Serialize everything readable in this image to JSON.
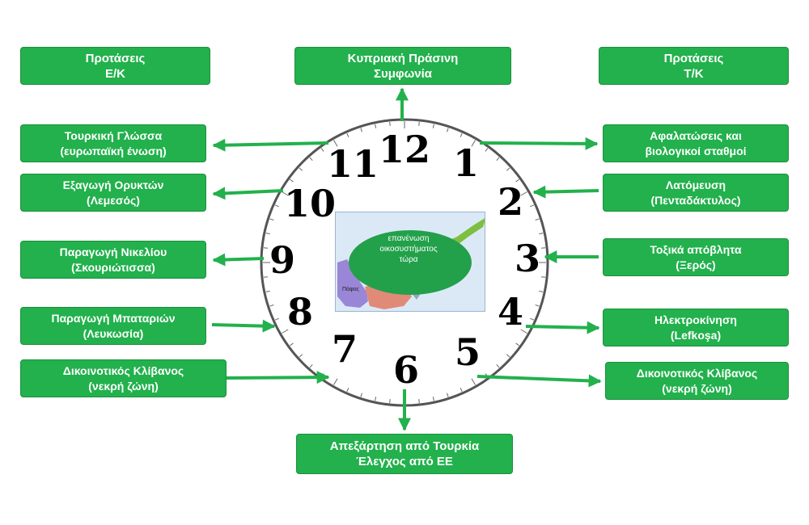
{
  "colors": {
    "box_fill": "#22b14c",
    "box_border": "#1c8f3d",
    "arrow": "#22b14c",
    "clock_face": "#ffffff",
    "clock_rim": "#555555",
    "map_bg": "#dbe9f7",
    "cyprus_north": "#7fbf3f",
    "cyprus_south": "#9a86d6",
    "cyprus_mid": "#e08a78",
    "ellipse": "#22a04a"
  },
  "headers": {
    "left": {
      "line1": "Προτάσεις",
      "line2": "Ε/Κ"
    },
    "center": {
      "line1": "Κυπριακή Πράσινη",
      "line2": "Συμφωνία"
    },
    "right": {
      "line1": "Προτάσεις",
      "line2": "Τ/Κ"
    }
  },
  "left_items": [
    {
      "line1": "Τουρκική Γλώσσα",
      "line2": "(ευρωπαϊκή ένωση)"
    },
    {
      "line1": "Εξαγωγή Ορυκτών",
      "line2": "(Λεμεσός)"
    },
    {
      "line1": "Παραγωγή Νικελίου",
      "line2": "(Σκουριώτισσα)"
    },
    {
      "line1": "Παραγωγή Μπαταριών",
      "line2": "(Λευκωσία)"
    },
    {
      "line1": "Δικοινοτικός Κλίβανος",
      "line2": "(νεκρή ζώνη)"
    }
  ],
  "right_items": [
    {
      "line1": "Αφαλατώσεις και",
      "line2": "βιολογικοί σταθμοί"
    },
    {
      "line1": "Λατόμευση",
      "line2": "(Πενταδάκτυλος)"
    },
    {
      "line1": "Τοξικά απόβλητα",
      "line2": "(Ξερός)"
    },
    {
      "line1": "Ηλεκτροκίνηση",
      "line2": "(Lefkoşa)"
    },
    {
      "line1": "Δικοινοτικός Κλίβανος",
      "line2": "(νεκρή ζώνη)"
    }
  ],
  "bottom": {
    "line1": "Απεξάρτηση από Τουρκία",
    "line2": "Έλεγχος από ΕΕ"
  },
  "clock_numbers": [
    "12",
    "1",
    "2",
    "3",
    "4",
    "5",
    "6",
    "7",
    "8",
    "9",
    "10",
    "11"
  ],
  "center_map": {
    "line1": "επανένωση",
    "line2": "οικοσυστήματος",
    "line3": "τώρα",
    "place": "Πάφος"
  }
}
